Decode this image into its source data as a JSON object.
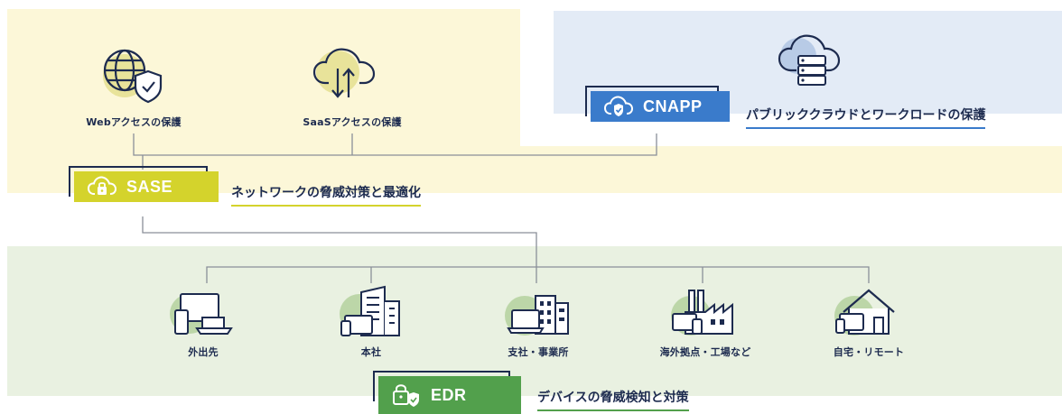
{
  "colors": {
    "sase": "#d4d32c",
    "cnapp": "#3a7bcb",
    "edr": "#52a04c",
    "navy": "#1d2b4f",
    "yellow_bg": "#fcf7d8",
    "blue_bg": "#e3ebf6",
    "green_bg": "#e9f1e1"
  },
  "top_nodes": [
    {
      "label": "Webアクセスの保護",
      "icon": "globe-shield-icon"
    },
    {
      "label": "SaaSアクセスの保護",
      "icon": "cloud-sync-icon"
    }
  ],
  "cnapp_node": {
    "icon": "cloud-server-icon"
  },
  "sase": {
    "badge": "SASE",
    "caption": "ネットワークの脅威対策と最適化",
    "icon": "cloud-lock-icon"
  },
  "cnapp": {
    "badge": "CNAPP",
    "caption": "パブリッククラウドとワークロードの保護",
    "icon": "cloud-shield-icon"
  },
  "edr": {
    "badge": "EDR",
    "caption": "デバイスの脅威検知と対策",
    "icon": "lock-shield-icon"
  },
  "locations": [
    {
      "label": "外出先",
      "icon": "devices-icon"
    },
    {
      "label": "本社",
      "icon": "headquarters-building-icon"
    },
    {
      "label": "支社・事業所",
      "icon": "branch-office-icon"
    },
    {
      "label": "海外拠点・工場など",
      "icon": "factory-icon"
    },
    {
      "label": "自宅・リモート",
      "icon": "home-icon"
    }
  ]
}
